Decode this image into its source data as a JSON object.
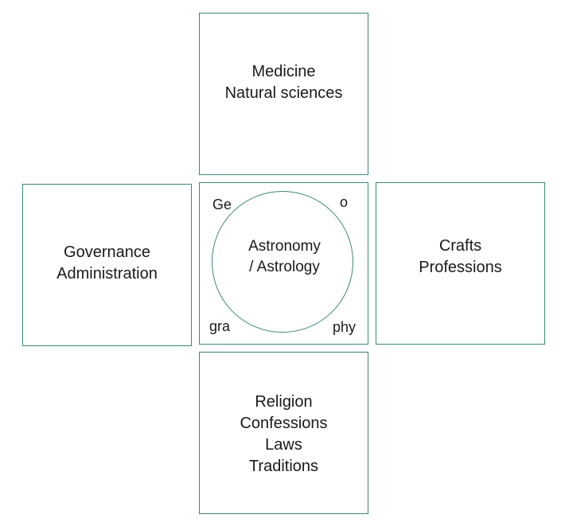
{
  "diagram": {
    "top": {
      "lines": [
        "Medicine",
        "Natural sciences"
      ]
    },
    "left": {
      "lines": [
        "Governance",
        "Administration"
      ]
    },
    "right": {
      "lines": [
        "Crafts",
        "Professions"
      ]
    },
    "bottom": {
      "lines": [
        "Religion",
        "Confessions",
        "Laws",
        "Traditions"
      ]
    },
    "center": {
      "circle_lines": [
        "Astronomy",
        "/ Astrology"
      ],
      "corner_fragments": {
        "top_left": "Ge",
        "top_right": "o",
        "bottom_left": "gra",
        "bottom_right": "phy"
      }
    },
    "colors": {
      "border": "#3d8a6a",
      "text": "#1a1a1a"
    }
  }
}
